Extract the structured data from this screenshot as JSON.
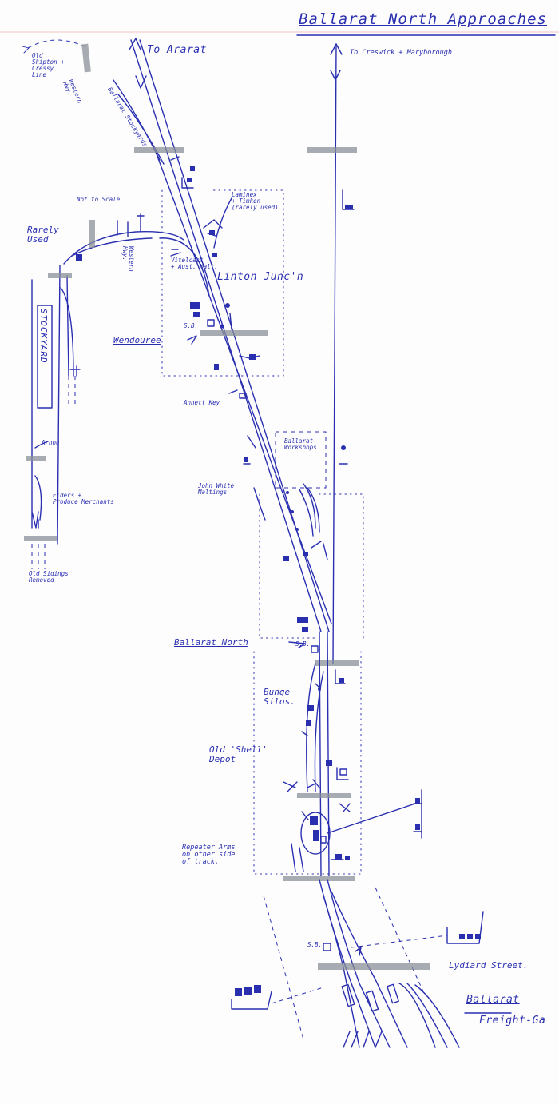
{
  "title": "Ballarat North Approaches",
  "labels": {
    "to_ararat": "To Ararat",
    "to_creswick": "To Creswick + Maryborough",
    "old_skipton": "Old\nSkipton +\nCressy\nLine",
    "western_hwy_top": "Western\nHwy.",
    "ballarat_stockyards_top": "Ballarat Stockyards",
    "not_to_scale": "Not to Scale",
    "rarely_used": "Rarely\nUsed",
    "western_hwy_mid": "Western\nHwy.",
    "vitelcast": "Vitelcast\n+ Aust. Malt.",
    "laminex": "Laminex\n+ Timken\n(rarely used)",
    "linton_junction": "Linton Junc'n",
    "stockyard": "STOCKYARD",
    "sb_wendouree": "S.B.",
    "wendouree": "Wendouree",
    "annett_key": "Annett Key",
    "arnou": "Arnou",
    "ballarat_workshops": "Ballarat\nWorkshops",
    "elders": "Elders +\nProduce Merchants",
    "john_white": "John White\nMaltings",
    "old_sidings": "Old Sidings\nRemoved",
    "ballarat_north": "Ballarat North",
    "sb_north": "S.B.",
    "bunge_silos": "Bunge\nSilos.",
    "old_shell": "Old 'Shell'\nDepot",
    "repeater_arms": "Repeater Arms\non other side\nof track.",
    "sb_lydiard": "S.B.",
    "lydiard_street": "Lydiard Street.",
    "ballarat": "Ballarat",
    "freight_gantry": "Freight-Ga"
  },
  "colors": {
    "ink": "#2a2fb0",
    "road": "#8a8f98",
    "paper": "#fdfdfe"
  }
}
